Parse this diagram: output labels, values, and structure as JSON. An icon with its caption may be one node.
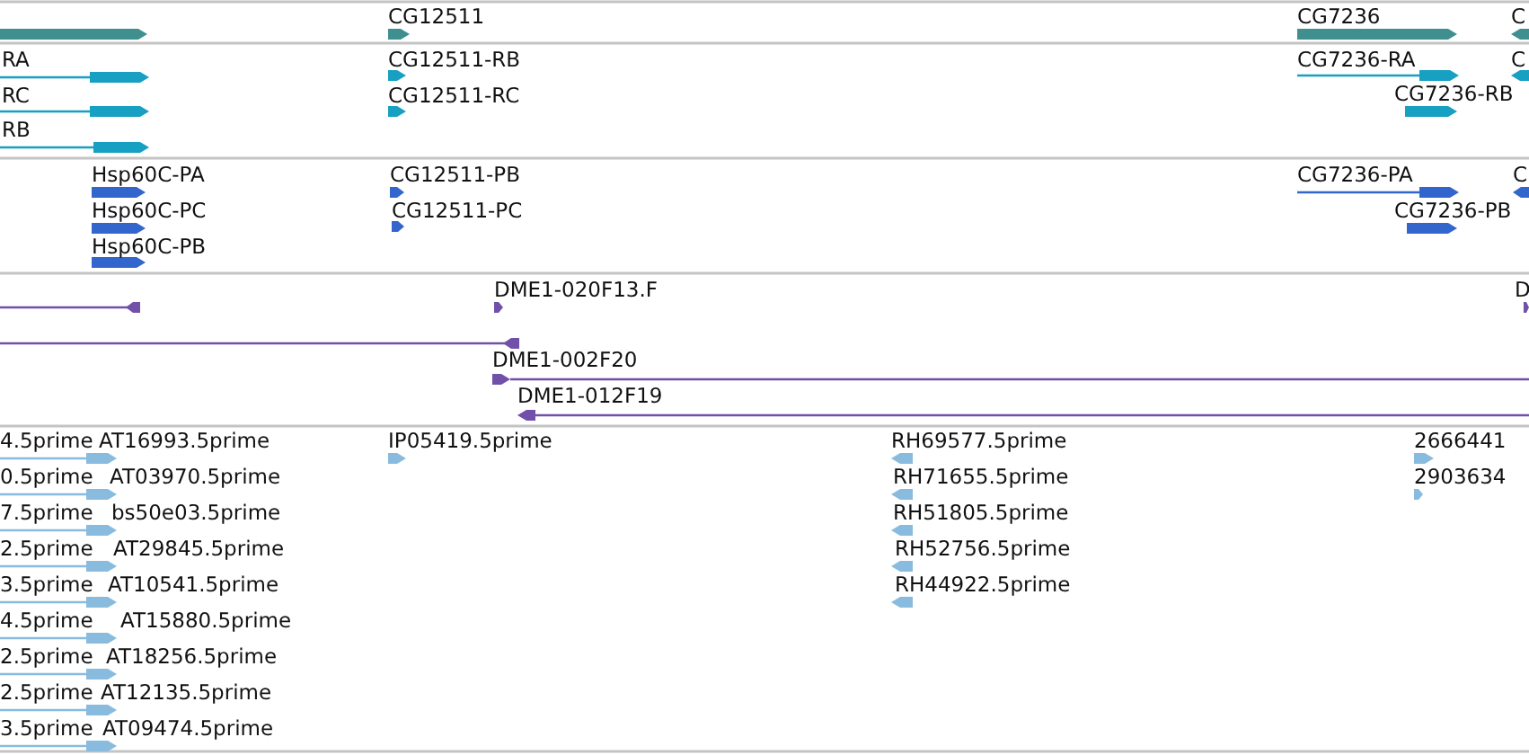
{
  "diagram": {
    "labels": [
      "CG12511",
      "CG7236",
      "C",
      "RA",
      "CG12511-RB",
      "CG7236-RA",
      "C",
      "RC",
      "CG12511-RC",
      "CG7236-RB",
      "RB",
      "Hsp60C-PA",
      "CG12511-PB",
      "CG7236-PA",
      "C",
      "Hsp60C-PC",
      "CG12511-PC",
      "CG7236-PB",
      "Hsp60C-PB",
      "DME1-020F13.F",
      "D",
      "DME1-002F20",
      "DME1-012F19",
      "4.5prime",
      "AT16993.5prime",
      "IP05419.5prime",
      "RH69577.5prime",
      "2666441",
      "0.5prime",
      "AT03970.5prime",
      "RH71655.5prime",
      "2903634",
      "7.5prime",
      "bs50e03.5prime",
      "RH51805.5prime",
      "2.5prime",
      "AT29845.5prime",
      "RH52756.5prime",
      "3.5prime",
      "AT10541.5prime",
      "RH44922.5prime",
      "4.5prime",
      "AT15880.5prime",
      "2.5prime",
      "AT18256.5prime",
      "2.5prime",
      "AT12135.5prime",
      "3.5prime",
      "AT09474.5prime"
    ]
  }
}
